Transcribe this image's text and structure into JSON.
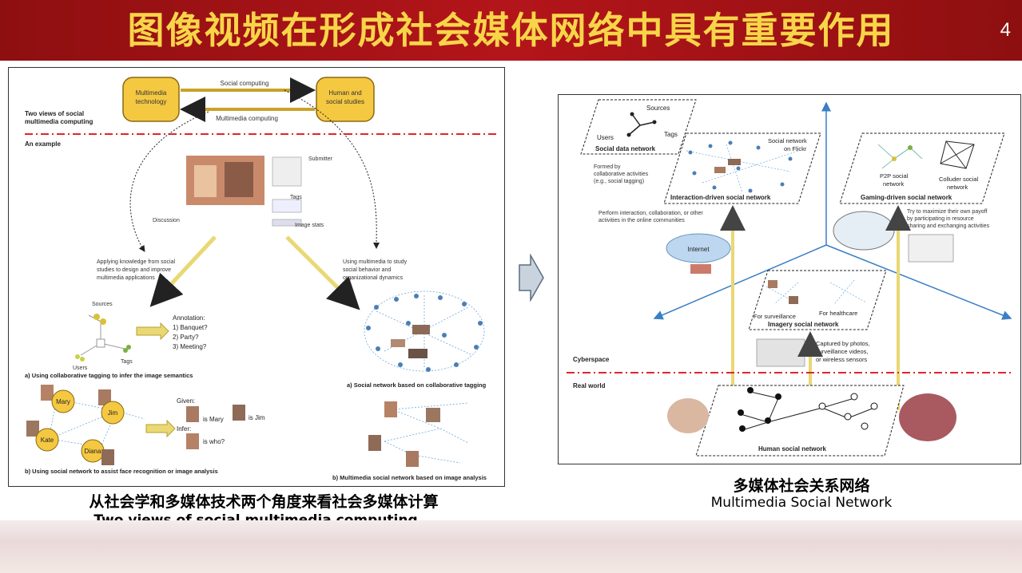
{
  "header": {
    "title": "图像视频在形成社会媒体网络中具有重要作用",
    "page_number": "4"
  },
  "left_figure": {
    "multimedia_technology": "Multimedia technology",
    "human_social_studies": "Human and social studies",
    "social_computing": "Social computing",
    "multimedia_computing": "Multimedia computing",
    "two_views": "Two views of social multimedia computing",
    "an_example": "An example",
    "submitter": "Submitter",
    "tags": "Tags",
    "discussion": "Discussion",
    "image_stats": "Image stats",
    "applying_knowledge": "Applying knowledge from social studies to design and improve multimedia applications",
    "using_multimedia": "Using multimedia to study social behavior and organizational dynamics",
    "sources": "Sources",
    "users": "Users",
    "tags2": "Tags",
    "annotation": "Annotation:",
    "opt1": "1) Banquet?",
    "opt2": "2) Party?",
    "opt3": "3) Meeting?",
    "caption_a_left": "a) Using collaborative tagging to infer the image semantics",
    "caption_a_right": "a) Social network based on collaborative tagging",
    "mary": "Mary",
    "jim": "Jim",
    "kate": "Kate",
    "diana": "Diana",
    "given": "Given:",
    "is_mary": "is Mary",
    "is_jim": "is Jim",
    "infer": "Infer:",
    "is_who": "is who?",
    "caption_b_left": "b) Using social network to assist face recognition or image analysis",
    "caption_b_right": "b) Multimedia social network based on image analysis"
  },
  "left_caption": {
    "zh": "从社会学和多媒体技术两个角度来看社会多媒体计算",
    "en": "Two views of social multimedia computing"
  },
  "right_figure": {
    "sources": "Sources",
    "users": "Users",
    "tags": "Tags",
    "social_data_network": "Social data network",
    "social_network_flickr": "Social network on Flickr",
    "interaction_driven": "Interaction-driven social network",
    "formed_by": "Formed by collaborative activities (e.g., social tagging)",
    "p2p": "P2P social network",
    "colluder": "Colluder social network",
    "gaming_driven": "Gaming-driven social network",
    "perform_interaction": "Perform interaction, collaboration, or other activities in the online communities",
    "maximize_payoff": "Try to maximize their own payoff by participating in resource sharing and exchanging activities",
    "internet": "Internet",
    "for_surveillance": "For surveillance",
    "for_healthcare": "For healthcare",
    "imagery_social_network": "Imagery social network",
    "captured_by": "Captured by photos, surveillance videos, or wireless sensors",
    "cyberspace": "Cyberspace",
    "real_world": "Real world",
    "human_social_network": "Human social network"
  },
  "right_caption": {
    "zh": "多媒体社会关系网络",
    "en": "Multimedia Social Network"
  },
  "colors": {
    "banner_red": "#b3151a",
    "title_yellow": "#f7d548",
    "box_gold": "#f5c842",
    "dash_red": "#e0252a",
    "axis_blue": "#3a7fc4",
    "arrow_yellow": "#e9d873"
  }
}
